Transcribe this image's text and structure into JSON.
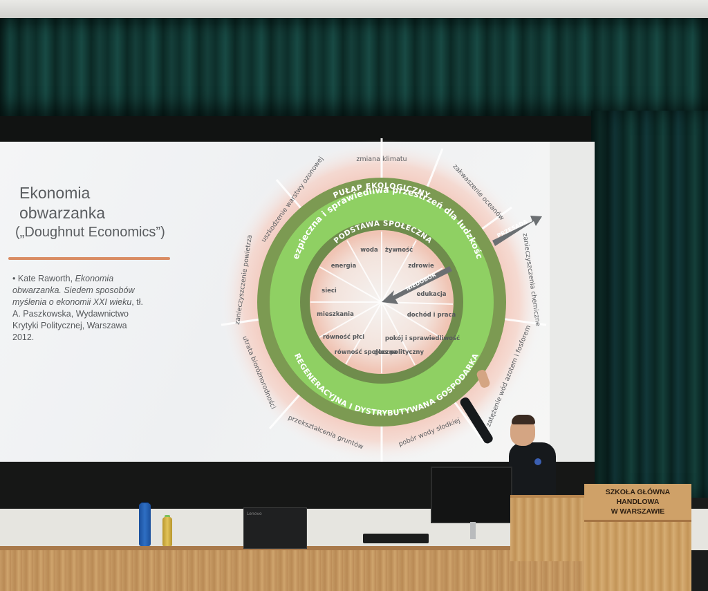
{
  "slide": {
    "title_line1": "Ekonomia",
    "title_line2": "obwarzanka",
    "subtitle": "(„Doughnut Economics”)",
    "citation": {
      "bullet": "•",
      "author": "Kate Raworth, ",
      "book": "Ekonomia obwarzanka. Siedem sposobów myślenia o ekonomii XXI wieku",
      "rest": ", tł. A. Paszkowska, Wydawnictwo Krytyki Politycznej, Warszawa 2012."
    }
  },
  "doughnut": {
    "ring_top": "PUŁAP EKOLOGICZNY",
    "ring_middle": "bezpieczna i sprawiedliwa przestrzeń dla ludzkości",
    "ring_inner": "PODSTAWA SPOŁECZNA",
    "ring_bottom": "REGENERACYJNA I DYSTRYBUTYWANA GOSPODARKA",
    "overshoot": "PRZESADA",
    "shortfall": "NIEDOBÓR",
    "outer_labels": [
      "zmiana klimatu",
      "zakwaszenie oceanów",
      "zanieczyszczenia chemiczne",
      "zatężenie wód azotem i fosforem",
      "pobór wody słodkiej",
      "przekształcenia gruntów",
      "utrata bioróżnorodności",
      "zanieczyszczenie powietrza",
      "uszkodzenie warstwy ozonowej"
    ],
    "inner_labels": [
      "woda",
      "żywność",
      "zdrowie",
      "edukacja",
      "dochód i praca",
      "pokój i sprawiedliwość",
      "głos polityczny",
      "równość społeczna",
      "równość płci",
      "mieszkania",
      "sieci",
      "energia"
    ],
    "colors": {
      "outer_green": "#7c9a52",
      "inner_green": "#8fd063",
      "dark_ring": "#6f8c4c",
      "overshoot_pink": "#f1b3a1",
      "arrow_gray": "#6b6f72"
    }
  },
  "room": {
    "sign_line1": "SZKOŁA GŁÓWNA HANDLOWA",
    "sign_line2": "W WARSZAWIE",
    "laptop_brand": "Lenovo"
  }
}
